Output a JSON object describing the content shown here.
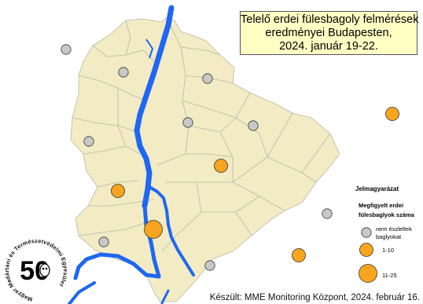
{
  "title": {
    "line1": "Telelő erdei fülesbagoly felmérések",
    "line2": "eredményei Budapesten,",
    "line3": "2024. január 19-22."
  },
  "legend": {
    "heading": "Jelmagyarázat",
    "subtitle_line1": "Megfigyelt erdei",
    "subtitle_line2": "fülesbaglyok száma",
    "items": [
      {
        "label_line1": "nem észleltek",
        "label_line2": "baglyokat",
        "color": "#c8c8c8"
      },
      {
        "label_line1": "1-10",
        "label_line2": "",
        "color": "#f7a51e"
      },
      {
        "label_line1": "11-25",
        "label_line2": "",
        "color": "#f7a51e"
      }
    ]
  },
  "footer": "Készült: MME Monitoring Központ, 2024. február 16.",
  "logo": {
    "number": "50",
    "ring_text": "Magyar Madártani és Természetvédelmi Egyesület"
  },
  "colors": {
    "land": "#f2ebc4",
    "border": "#b9b8a6",
    "river": "#1f67f2",
    "none": "#c8c8c8",
    "present": "#f7a51e"
  },
  "observation_categories": [
    "nem észleltek baglyokat",
    "1-10",
    "11-25"
  ],
  "sites": [
    {
      "category": "nem észleltek baglyokat"
    },
    {
      "category": "nem észleltek baglyokat"
    },
    {
      "category": "nem észleltek baglyokat"
    },
    {
      "category": "nem észleltek baglyokat"
    },
    {
      "category": "nem észleltek baglyokat"
    },
    {
      "category": "nem észleltek baglyokat"
    },
    {
      "category": "nem észleltek baglyokat"
    },
    {
      "category": "nem észleltek baglyokat"
    },
    {
      "category": "nem észleltek baglyokat"
    },
    {
      "category": "1-10"
    },
    {
      "category": "1-10"
    },
    {
      "category": "1-10"
    },
    {
      "category": "1-10"
    },
    {
      "category": "11-25"
    }
  ]
}
